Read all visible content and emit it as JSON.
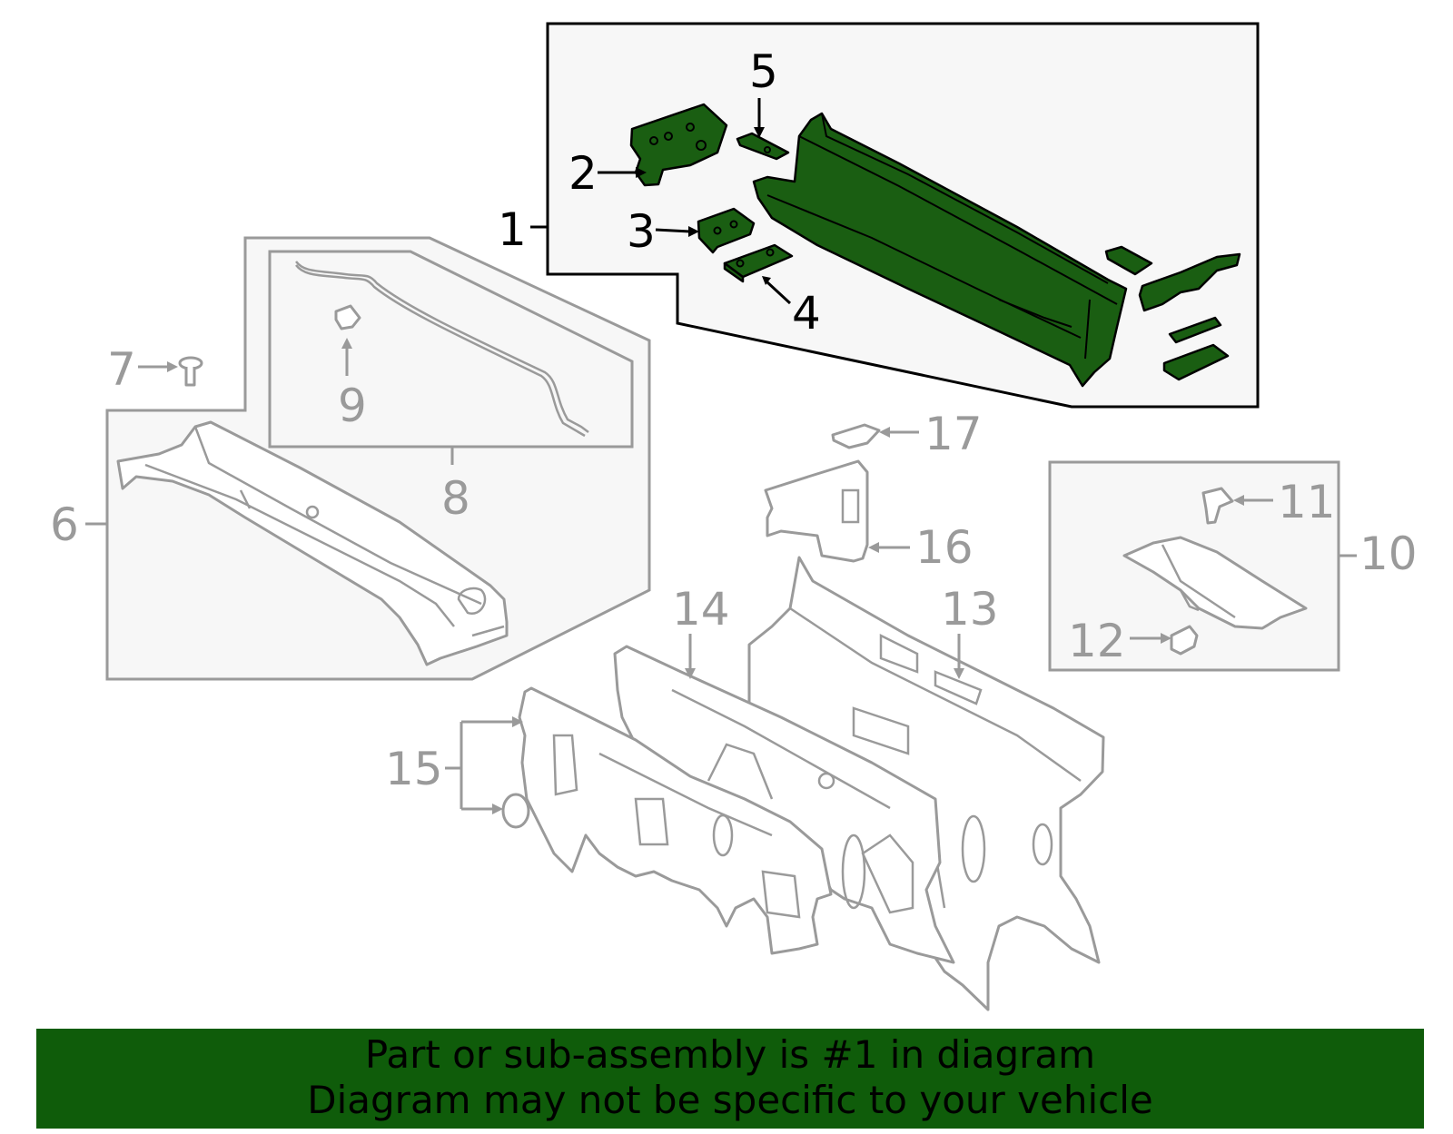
{
  "callouts": {
    "c1": "1",
    "c2": "2",
    "c3": "3",
    "c4": "4",
    "c5": "5",
    "c6": "6",
    "c7": "7",
    "c8": "8",
    "c9": "9",
    "c10": "10",
    "c11": "11",
    "c12": "12",
    "c13": "13",
    "c14": "14",
    "c15": "15",
    "c16": "16",
    "c17": "17"
  },
  "highlighted_part": "1",
  "footer": {
    "line1": "Part or sub-assembly is #1 in diagram",
    "line2": "Diagram may not be specific to your vehicle"
  },
  "colors": {
    "highlight": "#1a5e12",
    "footer_bg": "#0f5c0a",
    "inactive": "#9a9a9a",
    "box_fill": "#f7f7f7"
  }
}
